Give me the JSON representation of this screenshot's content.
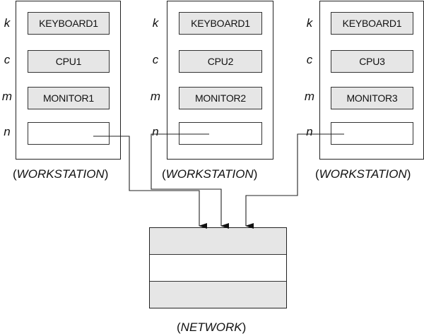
{
  "field_labels": [
    "k",
    "c",
    "m",
    "n"
  ],
  "workstations": [
    {
      "caption_open": "(",
      "caption_name": "WORKSTATION",
      "caption_close": ")",
      "slots": [
        {
          "text": "KEYBOARD1",
          "filled": true
        },
        {
          "text": "CPU1",
          "filled": true
        },
        {
          "text": "MONITOR1",
          "filled": true
        },
        {
          "text": "",
          "filled": false
        }
      ]
    },
    {
      "caption_open": "(",
      "caption_name": "WORKSTATION",
      "caption_close": ")",
      "slots": [
        {
          "text": "KEYBOARD1",
          "filled": true
        },
        {
          "text": "CPU2",
          "filled": true
        },
        {
          "text": "MONITOR2",
          "filled": true
        },
        {
          "text": "",
          "filled": false
        }
      ]
    },
    {
      "caption_open": "(",
      "caption_name": "WORKSTATION",
      "caption_close": ")",
      "slots": [
        {
          "text": "KEYBOARD1",
          "filled": true
        },
        {
          "text": "CPU3",
          "filled": true
        },
        {
          "text": "MONITOR3",
          "filled": true
        },
        {
          "text": "",
          "filled": false
        }
      ]
    }
  ],
  "network": {
    "caption_open": "(",
    "caption_name": "NETWORK",
    "caption_close": ")",
    "rows": [
      {
        "filled": true
      },
      {
        "filled": false
      },
      {
        "filled": true
      }
    ]
  },
  "colors": {
    "filled": "#e6e6e6",
    "empty": "#ffffff",
    "line": "#222222"
  }
}
